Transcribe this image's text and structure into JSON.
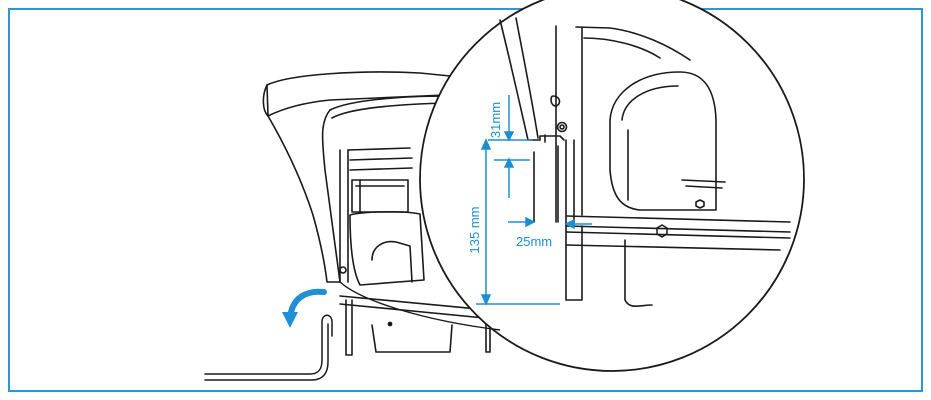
{
  "dimensions": {
    "top_gap": "31mm",
    "height": "135 mm",
    "side_gap": "25mm"
  },
  "colors": {
    "frame": "#2a98d4",
    "dimension": "#1b8fd0",
    "arrow": "#1f8fd6",
    "line": "#1a1a1a"
  },
  "icons": {
    "rotate_arrow": "curved-arrow-icon",
    "hook": "hook-icon",
    "nut": "hex-nut-icon"
  }
}
